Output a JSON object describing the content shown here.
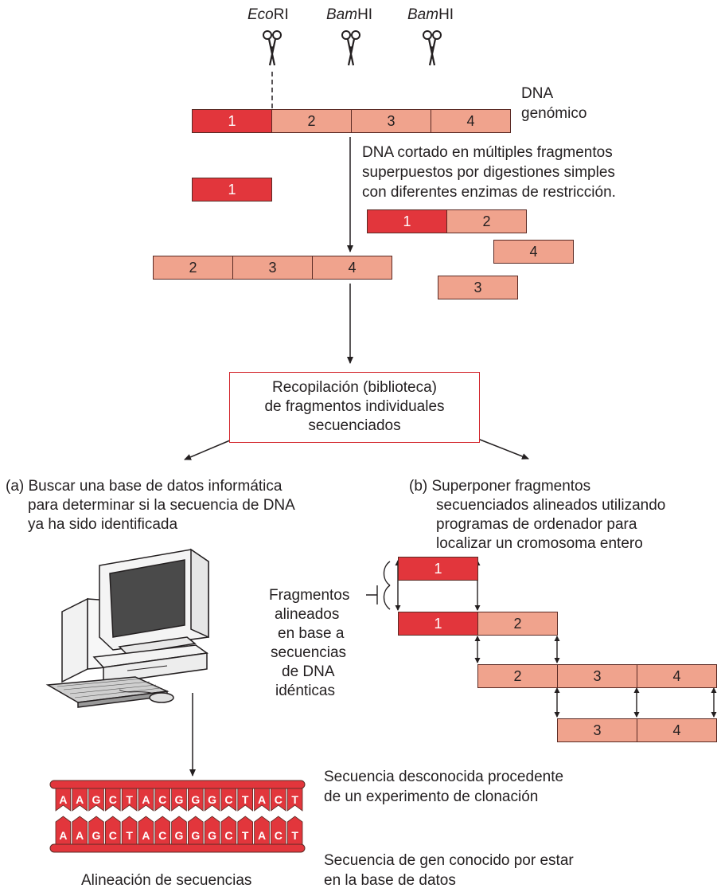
{
  "enzymes": [
    {
      "italic": "Eco",
      "plain": "RI"
    },
    {
      "italic": "Bam",
      "plain": "HI"
    },
    {
      "italic": "Bam",
      "plain": "HI"
    }
  ],
  "genomic_label": [
    "DNA",
    "genómico"
  ],
  "cut_description": [
    "DNA cortado en múltiples fragmentos",
    "superpuestos por digestiones simples",
    "con diferentes enzimas de restricción."
  ],
  "fragment_numbers": [
    "1",
    "2",
    "3",
    "4"
  ],
  "library_box": [
    "Recopilación (biblioteca)",
    "de fragmentos individuales",
    "secuenciados"
  ],
  "option_a": [
    "(a) Buscar una base de datos informática",
    "para determinar si la secuencia de DNA",
    "ya ha sido identificada"
  ],
  "option_b": [
    "(b) Superponer fragmentos",
    "secuenciados alineados utilizando",
    "programas de ordenador para",
    "localizar un cromosoma entero"
  ],
  "aligned_label": [
    "Fragmentos",
    "alineados",
    "en base a",
    "secuencias",
    "de DNA",
    "idénticas"
  ],
  "sequence_bases": [
    "A",
    "A",
    "G",
    "C",
    "T",
    "A",
    "C",
    "G",
    "G",
    "G",
    "C",
    "T",
    "A",
    "C",
    "T"
  ],
  "unknown_sequence_label": [
    "Secuencia desconocida procedente",
    "de un experimento de clonación"
  ],
  "known_sequence_label": [
    "Secuencia de gen conocido por estar",
    "en la base de datos"
  ],
  "alignment_caption": "Alineación de secuencias",
  "colors": {
    "dark_segment": "#e2363c",
    "light_segment": "#f0a38d",
    "box_border": "#d2232a"
  }
}
